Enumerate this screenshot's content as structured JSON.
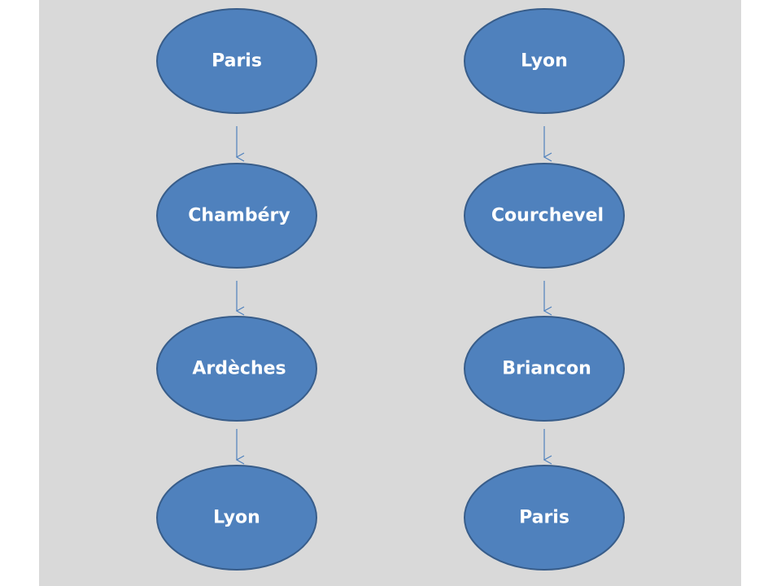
{
  "diagram": {
    "background_color": "#d9d9d9",
    "node_fill": "#4f81bd",
    "node_stroke": "#385d8a",
    "arrow_color": "#4f81bd",
    "columns": [
      {
        "nodes": [
          "Paris",
          "Chambéry",
          "Ardèches",
          "Lyon"
        ]
      },
      {
        "nodes": [
          "Lyon",
          "Courchevel",
          "Briancon",
          "Paris"
        ]
      }
    ]
  }
}
